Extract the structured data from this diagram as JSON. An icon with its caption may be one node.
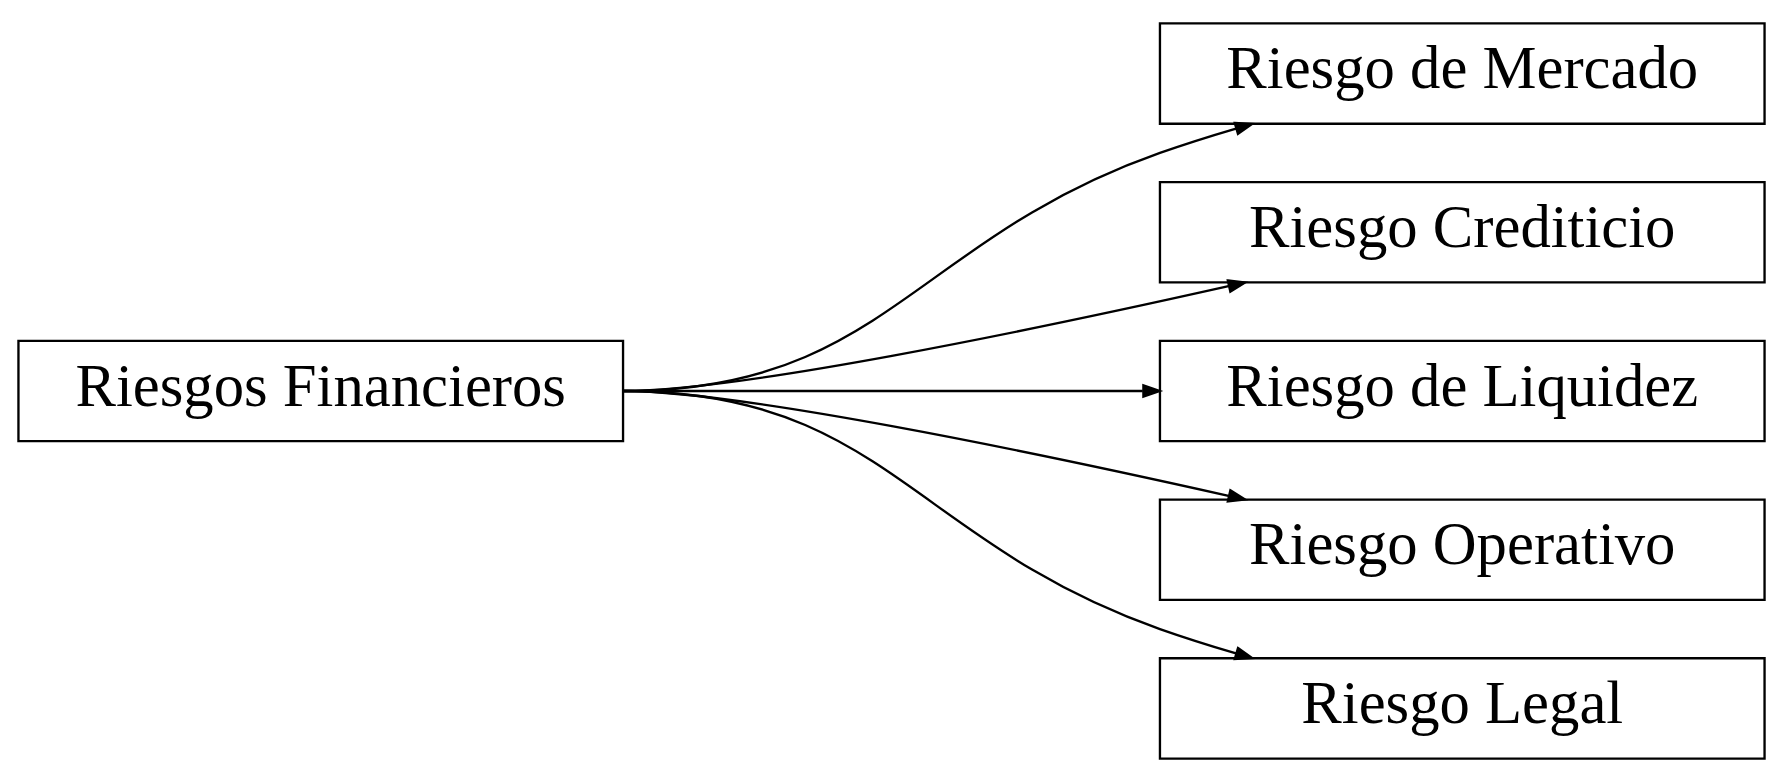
{
  "diagram": {
    "nodes": [
      {
        "text": [
          "Riesgos Financieros"
        ]
      },
      {
        "text": [
          "Riesgo de Mercado"
        ]
      },
      {
        "text": [
          "Riesgo Crediticio"
        ]
      },
      {
        "text": [
          "Riesgo de Liquidez"
        ]
      },
      {
        "text": [
          "Riesgo Operativo"
        ]
      },
      {
        "text": [
          "Riesgo Legal"
        ]
      }
    ],
    "edges": [
      {
        "from": 0,
        "to": 1,
        "arrow": "to"
      },
      {
        "from": 0,
        "to": 2,
        "arrow": "to"
      },
      {
        "from": 0,
        "to": 3,
        "arrow": "to"
      },
      {
        "from": 0,
        "to": 4,
        "arrow": "to"
      },
      {
        "from": 0,
        "to": 5,
        "arrow": "to"
      }
    ]
  }
}
